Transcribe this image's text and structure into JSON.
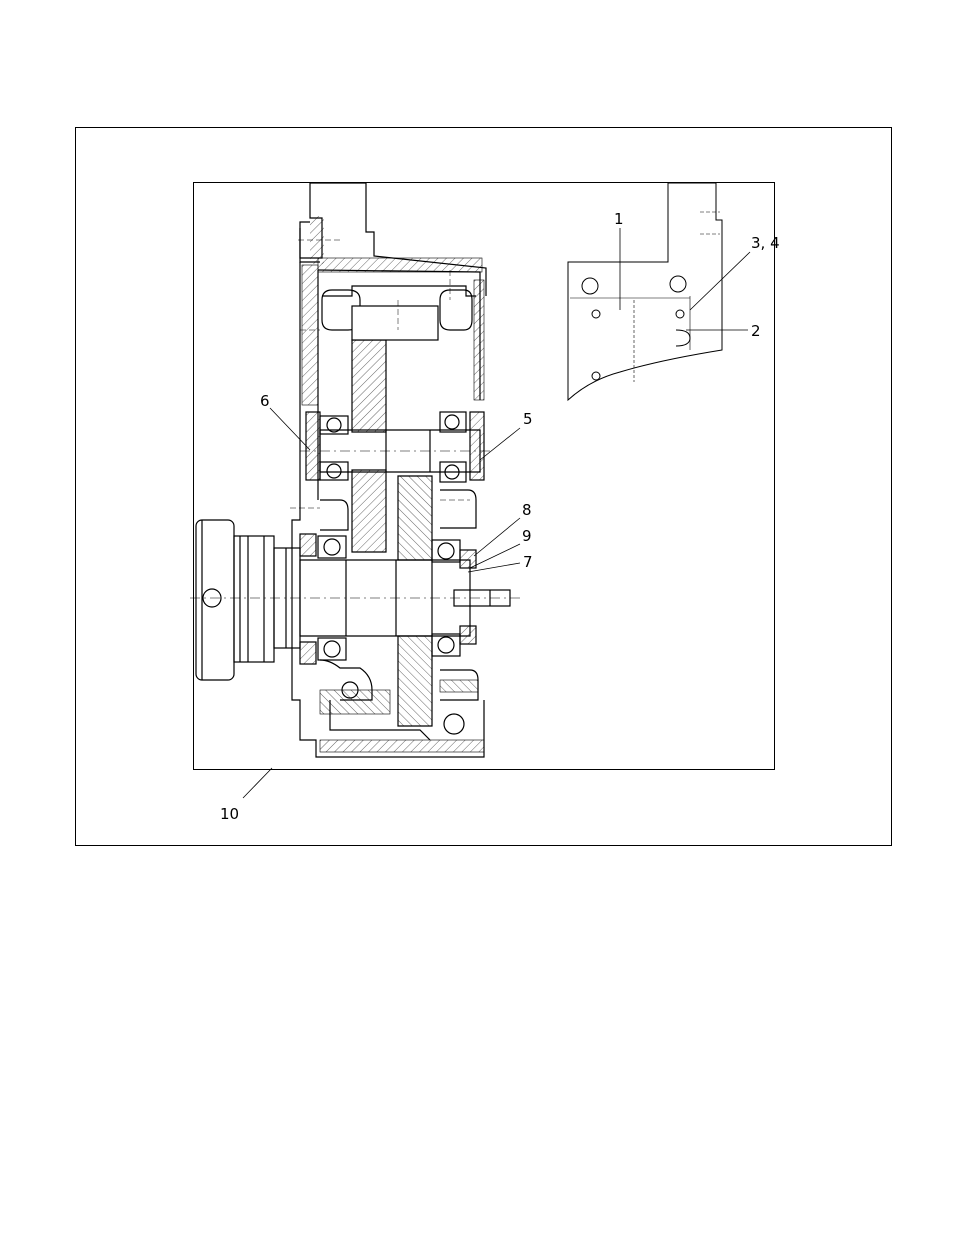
{
  "callouts": {
    "c1": "1",
    "c2": "2",
    "c34": "3, 4",
    "c5": "5",
    "c6": "6",
    "c7": "7",
    "c8": "8",
    "c9": "9",
    "c10": "10"
  }
}
